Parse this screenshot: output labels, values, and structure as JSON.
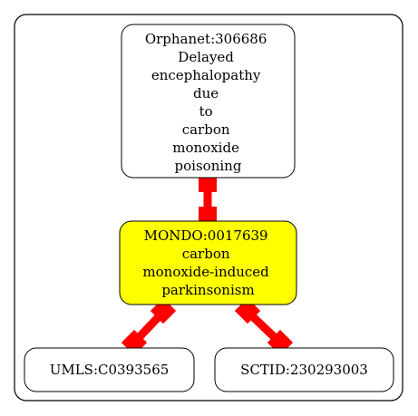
{
  "colors": {
    "cluster_border": "#000000",
    "node_border": "#000000",
    "node_fill_default": "#ffffff",
    "node_fill_focus": "#ffff00",
    "edge_color": "#ff0000"
  },
  "nodes": {
    "orphanet": {
      "lines": [
        "Orphanet:306686",
        "Delayed",
        "encephalopathy",
        "due",
        "to",
        "carbon",
        "monoxide",
        "poisoning"
      ]
    },
    "mondo": {
      "lines": [
        "MONDO:0017639",
        "carbon",
        "monoxide-induced",
        "parkinsonism"
      ]
    },
    "umls": {
      "lines": [
        "UMLS:C0393565"
      ]
    },
    "sctid": {
      "lines": [
        "SCTID:230293003"
      ]
    }
  },
  "edges": [
    {
      "from": "mondo",
      "to": "orphanet"
    },
    {
      "from": "mondo",
      "to": "umls"
    },
    {
      "from": "mondo",
      "to": "sctid"
    }
  ]
}
